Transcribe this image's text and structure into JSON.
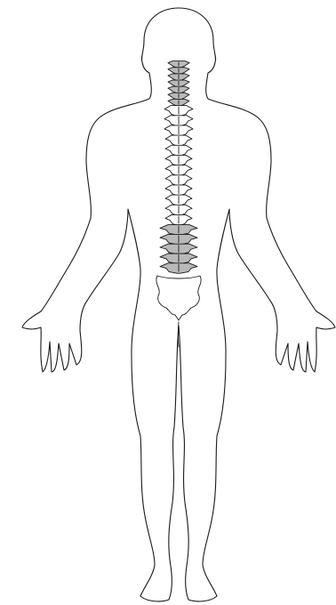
{
  "diagram": {
    "subject": "human-body-posterior-view",
    "colors": {
      "background": "#ffffff",
      "outline": "#1a1a1a",
      "highlighted_bone": "#b9b9b9",
      "plain_bone": "#ffffff"
    },
    "spine": {
      "regions": [
        {
          "name": "cervical",
          "count": 7,
          "highlighted": true
        },
        {
          "name": "thoracic",
          "count": 12,
          "highlighted": false
        },
        {
          "name": "lumbar",
          "count": 5,
          "highlighted": true
        },
        {
          "name": "sacrum",
          "count": 1,
          "highlighted": false
        }
      ]
    }
  }
}
